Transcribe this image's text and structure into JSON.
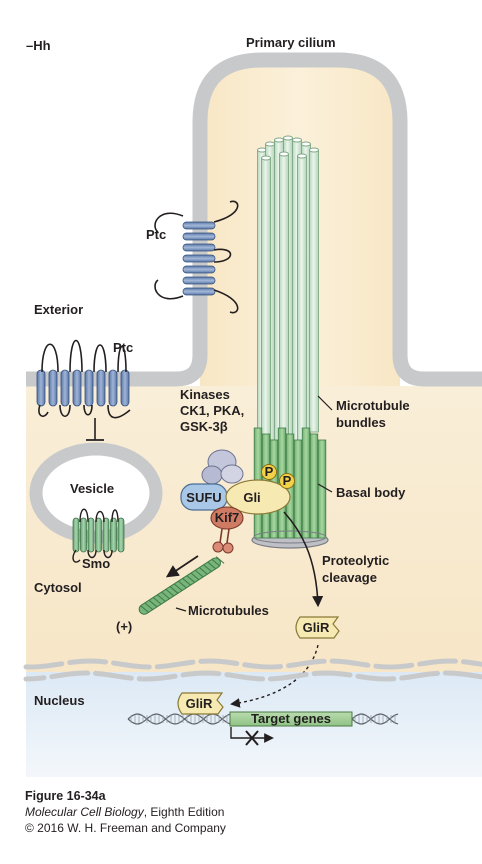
{
  "figure": {
    "condition_label": "–Hh",
    "cilium_label": "Primary cilium",
    "exterior_label": "Exterior",
    "cytosol_label": "Cytosol",
    "nucleus_label": "Nucleus",
    "ptc_label_cilium": "Ptc",
    "ptc_label_membrane": "Ptc",
    "vesicle_label": "Vesicle",
    "smo_label": "Smo",
    "kinases_lines": [
      "Kinases",
      "CK1, PKA,",
      "GSK-3β"
    ],
    "microtubule_bundles_lines": [
      "Microtubule",
      "bundles"
    ],
    "basal_body_label": "Basal body",
    "sufu_label": "SUFU",
    "gli_label": "Gli",
    "kif7_label": "Kif7",
    "phospho_label": "P",
    "proteolytic_lines": [
      "Proteolytic",
      "cleavage"
    ],
    "microtubules_label": "Microtubules",
    "plus_end_label": "(+)",
    "glir_cytosol_label": "GliR",
    "glir_nucleus_label": "GliR",
    "target_genes_label": "Target genes"
  },
  "caption": {
    "figure_number": "Figure 16-34a",
    "book_title": "Molecular Cell Biology",
    "edition": ", Eighth Edition",
    "copyright": "© 2016 W. H. Freeman and Company"
  },
  "colors": {
    "cytoplasm": "#f8ebd2",
    "nucleoplasm": "#d7e6f3",
    "membrane": "#c8c9cb",
    "ptc": "#6f8bb8",
    "smo": "#7fb88a",
    "microtubule": "#d8ecdc",
    "basal_body": "#8cc78c",
    "sufu": "#a9c8e8",
    "gli": "#f6e9b1",
    "kif7": "#cf7b63",
    "phospho": "#f2d24b"
  }
}
